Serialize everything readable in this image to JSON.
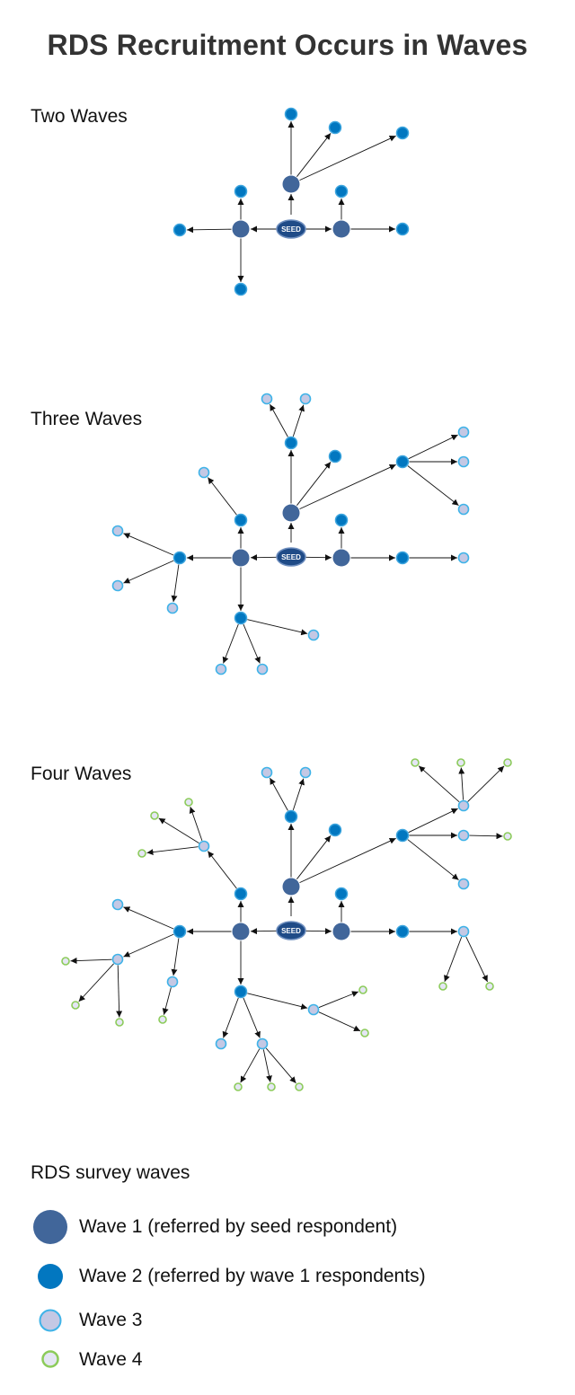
{
  "title": "RDS Recruitment Occurs in Waves",
  "seed_label": "SEED",
  "colors": {
    "wave1": "#41669a",
    "wave2": "#0277c0",
    "wave2_stroke": "#3da5de",
    "wave3_fill": "#c4c8e4",
    "wave3_stroke": "#3fb3e8",
    "wave4_fill": "#e4e6f4",
    "wave4_stroke": "#8ccb5a",
    "seed": "#1f4b87",
    "edge": "#111111"
  },
  "panels": [
    {
      "id": "two-waves",
      "label": "Two Waves"
    },
    {
      "id": "three-waves",
      "label": "Three Waves"
    },
    {
      "id": "four-waves",
      "label": "Four Waves"
    }
  ],
  "legend": {
    "title": "RDS survey waves",
    "items": [
      {
        "wave": 1,
        "label": "Wave 1 (referred by seed respondent)"
      },
      {
        "wave": 2,
        "label": "Wave 2 (referred by wave 1 respondents)"
      },
      {
        "wave": 3,
        "label": "Wave 3"
      },
      {
        "wave": 4,
        "label": "Wave 4"
      }
    ]
  }
}
